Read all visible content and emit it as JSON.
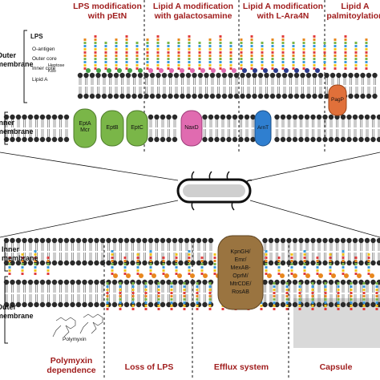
{
  "headers": {
    "pEtN": [
      "LPS modification",
      "with pEtN"
    ],
    "galn": [
      "Lipid A modification",
      "with galactosamine"
    ],
    "ara4n": [
      "Lipid A modification",
      "with L-Ara4N"
    ],
    "palm": [
      "Lipid A",
      "palmitoylation"
    ]
  },
  "membranes": {
    "outer_top": [
      "Outer",
      "membrane"
    ],
    "inner_top": [
      "Inner",
      "membrane"
    ],
    "inner_bottom": [
      "Inner",
      "membrane"
    ],
    "outer_bottom": [
      "Outer",
      "membrane"
    ]
  },
  "lps_legend": {
    "title": "LPS",
    "o_antigen": "O-antigen",
    "outer_core": "Outer core",
    "heptose": "Heptose",
    "kdo": "Kdo",
    "inner_core": "Inner core",
    "lipid_a": "Lipid A"
  },
  "proteins": {
    "eptA": [
      "EptA",
      "Mcr"
    ],
    "eptB": "EptB",
    "eptC": "EptC",
    "naxD": "NaxD",
    "arnT": "ArnT",
    "pagP": "PagP",
    "efflux": [
      "KpnGH/",
      "Emr/",
      "MexAB-",
      "OprM/",
      "MtrCDE/",
      "RosAB"
    ]
  },
  "polymyxin_label": "Polymyxin",
  "footer": {
    "dependence": [
      "Polymyxin",
      "dependence"
    ],
    "loss": "Loss of LPS",
    "efflux": "Efflux system",
    "capsule": "Capsule"
  },
  "colors": {
    "header_red": "#a01e1e",
    "lipid_head": "#2a2a2a",
    "eptA": "#7ab648",
    "naxD": "#e06bb0",
    "arnT": "#2f7fd0",
    "pagP": "#e0703a",
    "efflux": "#9a7440",
    "capsule": "#d8d8d8"
  }
}
